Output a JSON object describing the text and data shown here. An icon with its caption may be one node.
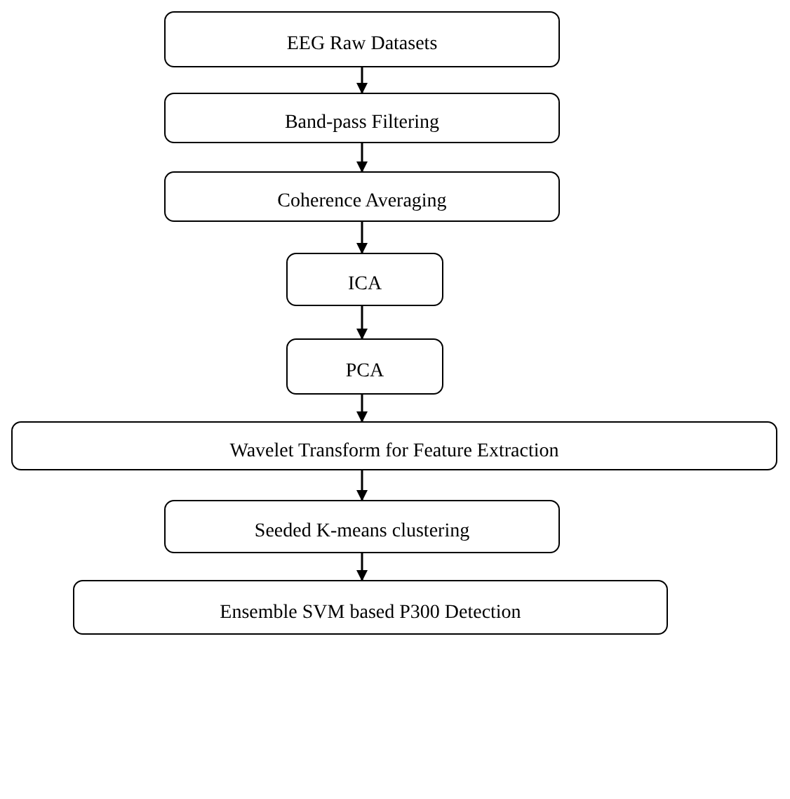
{
  "diagram": {
    "nodes": [
      {
        "text": [
          "EEG Raw Datasets"
        ]
      },
      {
        "text": [
          "Band-pass Filtering"
        ]
      },
      {
        "text": [
          "Coherence Averaging"
        ]
      },
      {
        "text": [
          "ICA"
        ]
      },
      {
        "text": [
          "PCA"
        ]
      },
      {
        "text": [
          "Wavelet Transform for Feature Extraction"
        ]
      },
      {
        "text": [
          "Seeded K-means clustering"
        ]
      },
      {
        "text": [
          "Ensemble SVM based P300 Detection"
        ]
      }
    ],
    "edges": [
      {
        "from": 0,
        "to": 1,
        "arrow": "to"
      },
      {
        "from": 1,
        "to": 2,
        "arrow": "to"
      },
      {
        "from": 2,
        "to": 3,
        "arrow": "to"
      },
      {
        "from": 3,
        "to": 4,
        "arrow": "to"
      },
      {
        "from": 4,
        "to": 5,
        "arrow": "to"
      },
      {
        "from": 5,
        "to": 6,
        "arrow": "to"
      },
      {
        "from": 6,
        "to": 7,
        "arrow": "to"
      }
    ]
  }
}
